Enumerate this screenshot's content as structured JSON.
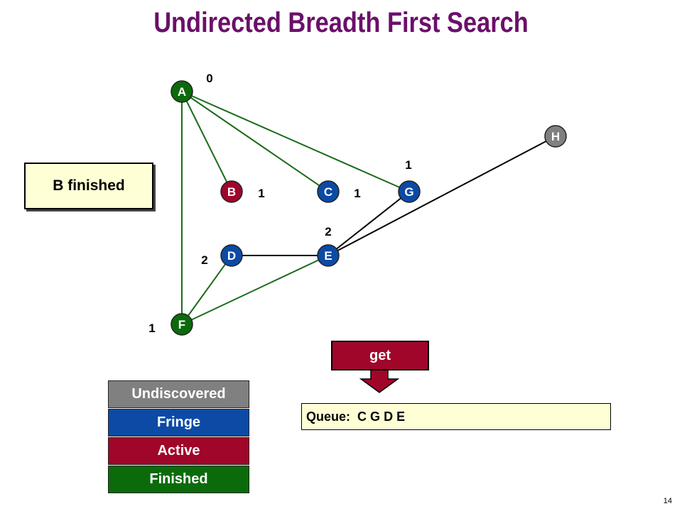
{
  "title": "Undirected Breadth First Search",
  "status_message": "B finished",
  "colors": {
    "title": "#6b0f6b",
    "undiscovered": "#808080",
    "fringe": "#0c4aa6",
    "active": "#a0062a",
    "finished": "#0b6b0b",
    "unvisited_edge": "#000000",
    "tree_edge": "#1a6b1a",
    "box_fill": "#ffffd6"
  },
  "graph": {
    "nodes": [
      {
        "id": "A",
        "label": "A",
        "state": "finished",
        "distance": "0"
      },
      {
        "id": "B",
        "label": "B",
        "state": "active",
        "distance": "1"
      },
      {
        "id": "C",
        "label": "C",
        "state": "fringe",
        "distance": "1"
      },
      {
        "id": "G",
        "label": "G",
        "state": "fringe",
        "distance": "1"
      },
      {
        "id": "D",
        "label": "D",
        "state": "fringe",
        "distance": "2"
      },
      {
        "id": "E",
        "label": "E",
        "state": "fringe",
        "distance": "2"
      },
      {
        "id": "F",
        "label": "F",
        "state": "finished",
        "distance": "1"
      },
      {
        "id": "H",
        "label": "H",
        "state": "undiscovered",
        "distance": ""
      }
    ],
    "edges": [
      {
        "from": "A",
        "to": "B",
        "kind": "tree"
      },
      {
        "from": "A",
        "to": "C",
        "kind": "tree"
      },
      {
        "from": "A",
        "to": "G",
        "kind": "tree"
      },
      {
        "from": "A",
        "to": "F",
        "kind": "tree"
      },
      {
        "from": "F",
        "to": "D",
        "kind": "tree"
      },
      {
        "from": "F",
        "to": "E",
        "kind": "tree"
      },
      {
        "from": "D",
        "to": "E",
        "kind": "plain"
      },
      {
        "from": "E",
        "to": "G",
        "kind": "plain"
      },
      {
        "from": "E",
        "to": "H",
        "kind": "plain"
      }
    ]
  },
  "legend": {
    "undiscovered": "Undiscovered",
    "fringe": "Fringe",
    "active": "Active",
    "finished": "Finished"
  },
  "operation_label": "get",
  "queue": {
    "label": "Queue:",
    "items": [
      "C",
      "G",
      "D",
      "E"
    ]
  },
  "slide_number": "14"
}
